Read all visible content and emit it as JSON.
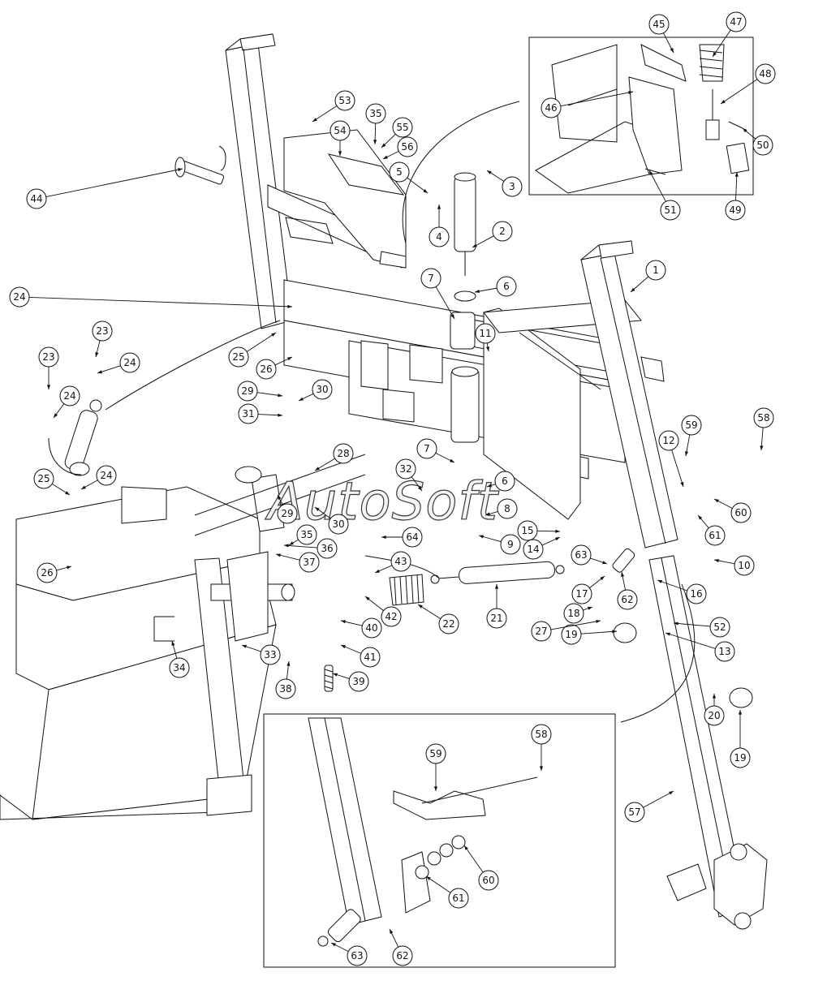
{
  "watermark": "AutoSoft",
  "callouts": [
    "1",
    "2",
    "3",
    "4",
    "5",
    "6",
    "7",
    "8",
    "9",
    "10",
    "11",
    "12",
    "13",
    "14",
    "15",
    "16",
    "17",
    "18",
    "19",
    "20",
    "21",
    "22",
    "23",
    "24",
    "25",
    "26",
    "27",
    "28",
    "29",
    "30",
    "31",
    "32",
    "33",
    "34",
    "35",
    "36",
    "37",
    "38",
    "39",
    "40",
    "41",
    "42",
    "43",
    "44",
    "45",
    "46",
    "47",
    "48",
    "49",
    "50",
    "51",
    "52",
    "53",
    "54",
    "55",
    "56",
    "57",
    "58",
    "59",
    "60",
    "61",
    "62",
    "63",
    "64",
    "24",
    "23",
    "24",
    "25",
    "24",
    "26",
    "7",
    "6",
    "29",
    "30",
    "19",
    "35",
    "59",
    "58",
    "60",
    "61",
    "62",
    "63"
  ]
}
